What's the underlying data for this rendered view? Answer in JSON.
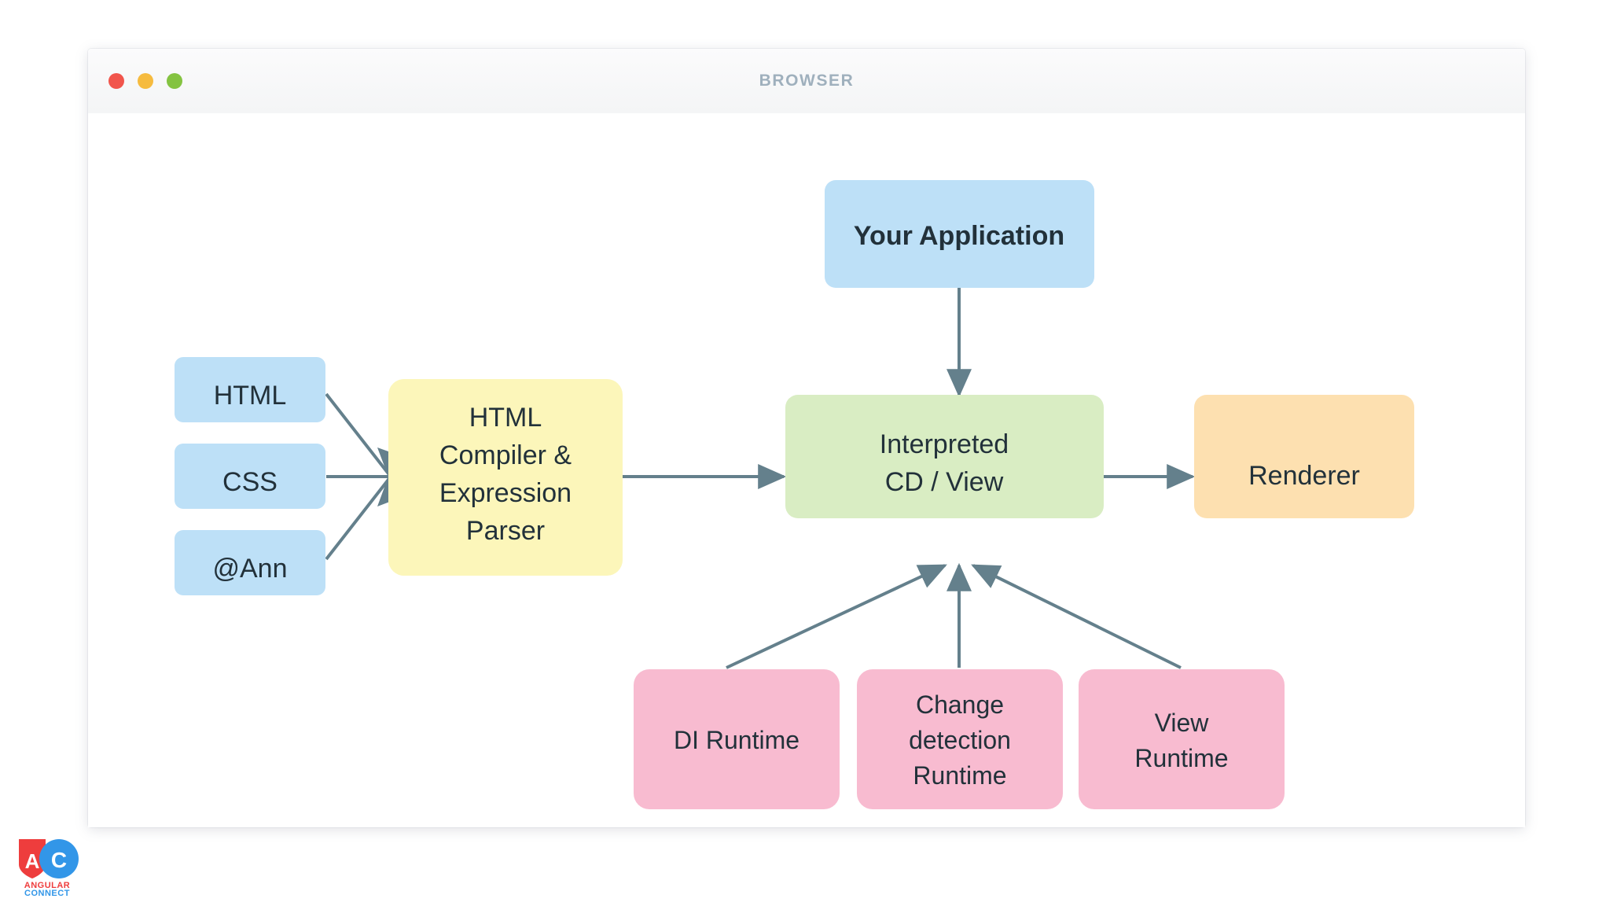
{
  "window": {
    "title": "BROWSER",
    "traffic_lights": [
      {
        "name": "close",
        "color": "#f1554c"
      },
      {
        "name": "minimize",
        "color": "#f6bb3f"
      },
      {
        "name": "zoom",
        "color": "#84c341"
      }
    ]
  },
  "palette": {
    "blue": "#bde0f7",
    "yellow": "#fcf6ba",
    "green": "#d9edc3",
    "orange": "#fde0b0",
    "pink": "#f8bbd0",
    "arrow": "#64808c",
    "text": "#22313a",
    "title": "#9fb0bd"
  },
  "diagram": {
    "nodes": {
      "your_application": {
        "label": "Your Application",
        "color": "#bde0f7"
      },
      "html": {
        "label": "HTML",
        "color": "#bde0f7"
      },
      "css": {
        "label": "CSS",
        "color": "#bde0f7"
      },
      "ann": {
        "label": "@Ann",
        "color": "#bde0f7"
      },
      "compiler": {
        "lines": [
          "HTML",
          "Compiler &",
          "Expression",
          "Parser"
        ],
        "color": "#fcf6ba"
      },
      "interpreted": {
        "lines": [
          "Interpreted",
          "CD / View"
        ],
        "color": "#d9edc3"
      },
      "renderer": {
        "label": "Renderer",
        "color": "#fde0b0"
      },
      "di_runtime": {
        "lines": [
          "DI Runtime"
        ],
        "color": "#f8bbd0"
      },
      "change_detection_runtime": {
        "lines": [
          "Change",
          "detection",
          "Runtime"
        ],
        "color": "#f8bbd0"
      },
      "view_runtime": {
        "lines": [
          "View",
          "Runtime"
        ],
        "color": "#f8bbd0"
      }
    },
    "edges": [
      {
        "from": "your_application",
        "to": "interpreted"
      },
      {
        "from": "html",
        "to": "compiler"
      },
      {
        "from": "css",
        "to": "compiler"
      },
      {
        "from": "ann",
        "to": "compiler"
      },
      {
        "from": "compiler",
        "to": "interpreted"
      },
      {
        "from": "interpreted",
        "to": "renderer"
      },
      {
        "from": "di_runtime",
        "to": "interpreted"
      },
      {
        "from": "change_detection_runtime",
        "to": "interpreted"
      },
      {
        "from": "view_runtime",
        "to": "interpreted"
      }
    ]
  },
  "logo": {
    "letter_a": "A",
    "letter_c": "C",
    "word_top": "ANGULAR",
    "word_bottom": "CONNECT",
    "color_red": "#ee3d3d",
    "color_blue": "#3296e8"
  }
}
